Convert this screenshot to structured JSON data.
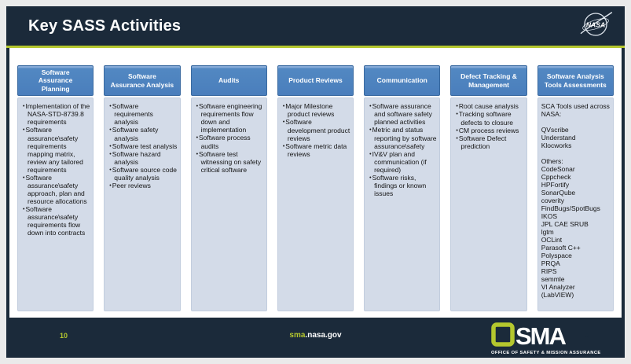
{
  "slide": {
    "title": "Key SASS Activities",
    "page_number": "10",
    "footer_url": {
      "highlight": "sma",
      "rest": ".nasa.gov"
    },
    "osma_logo": {
      "letters_o": "O",
      "letters_sma": "SMA",
      "tagline": "OFFICE OF SAFETY & MISSION ASSURANCE"
    },
    "nasa_logo_text": "NASA"
  },
  "colors": {
    "navy": "#1b2a3a",
    "accent_green": "#b5c72e",
    "header_blue": "#4a7ebc",
    "body_light_blue": "#d3dbe8",
    "white": "#ffffff"
  },
  "columns": [
    {
      "header": "Software\nAssurance\nPlanning",
      "bullets": [
        "Implementation of the NASA-STD-8739.8 requirements",
        "Software assurance\\safety requirements mapping matrix, review any tailored requirements",
        "Software assurance\\safety approach, plan and resource allocations",
        "Software assurance\\safety requirements flow down into contracts"
      ]
    },
    {
      "header": "Software\nAssurance Analysis",
      "bullets": [
        "Software requirements analysis",
        "Software safety analysis",
        "Software test analysis",
        "Software hazard analysis",
        "Software source code quality analysis",
        "Peer reviews"
      ]
    },
    {
      "header": "Audits",
      "bullets": [
        "Software engineering requirements flow down and implementation",
        "Software process audits",
        "Software test witnessing on safety critical software"
      ]
    },
    {
      "header": "Product Reviews",
      "bullets": [
        "Major Milestone product reviews",
        "Software development product reviews",
        "Software metric data reviews"
      ]
    },
    {
      "header": "Communication",
      "bullets": [
        "Software assurance and software safety planned activities",
        "Metric and status reporting by software assurance\\safety",
        "IV&V plan and communication (if required)",
        "Software risks, findings or known issues"
      ]
    },
    {
      "header": "Defect Tracking &\nManagement",
      "bullets": [
        "Root cause analysis",
        "Tracking software defects to closure",
        "CM process reviews",
        "Software Defect prediction"
      ]
    },
    {
      "header": "Software Analysis\nTools Assessments",
      "lines": [
        "SCA Tools used across NASA:",
        "",
        "QVscribe",
        "Understand",
        "Klocworks",
        "",
        "Others:",
        "CodeSonar",
        "Cppcheck",
        "HPFortify",
        "SonarQube",
        "coverity",
        "FindBugs/SpotBugs",
        "IKOS",
        "JPL CAE SRUB",
        "lgtm",
        "OCLint",
        "Parasoft C++",
        "Polyspace",
        "PRQA",
        "RIPS",
        "semmle",
        "VI Analyzer",
        "(LabVIEW)"
      ]
    }
  ]
}
